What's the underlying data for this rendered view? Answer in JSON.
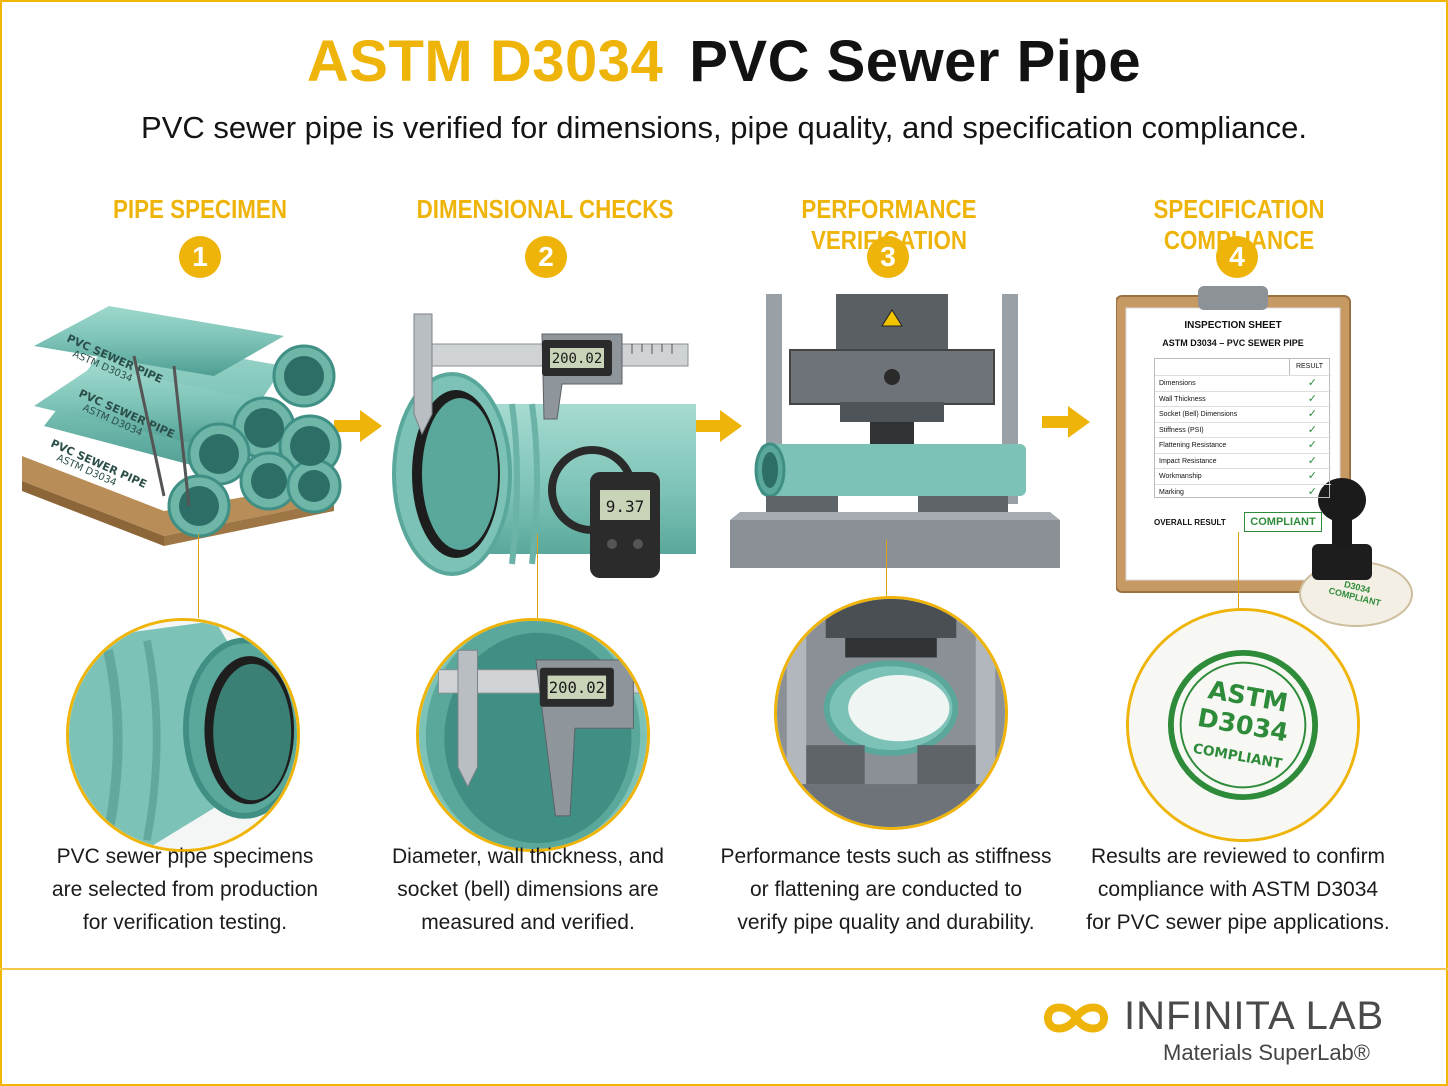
{
  "header": {
    "title_accent": "ASTM D3034",
    "title_main": "PVC Sewer Pipe",
    "subtitle": "PVC sewer pipe is verified for dimensions, pipe quality, and specification compliance."
  },
  "steps": [
    {
      "number": "1",
      "title": "PIPE SPECIMEN",
      "caption": [
        "PVC sewer pipe specimens",
        "are selected from production",
        "for verification testing."
      ],
      "pipe_markings": [
        "PVC SEWER PIPE",
        "ASTM D3034"
      ]
    },
    {
      "number": "2",
      "title": "DIMENSIONAL CHECKS",
      "caption": [
        "Diameter, wall thickness, and",
        "socket (bell) dimensions are",
        "measured and verified."
      ],
      "caliper_reading": "200.02",
      "gauge_reading": "9.37"
    },
    {
      "number": "3",
      "title": "PERFORMANCE VERIFICATION",
      "caption": [
        "Performance tests such as stiffness",
        "or flattening are conducted to",
        "verify pipe quality and durability."
      ]
    },
    {
      "number": "4",
      "title": "SPECIFICATION COMPLIANCE",
      "caption": [
        "Results are reviewed to confirm",
        "compliance with ASTM D3034",
        "for PVC sewer pipe applications."
      ],
      "sheet": {
        "title": "INSPECTION SHEET",
        "subtitle": "ASTM D3034 – PVC SEWER PIPE",
        "result_header": "RESULT",
        "items": [
          "Dimensions",
          "Wall Thickness",
          "Socket (Bell) Dimensions",
          "Stiffness (PSI)",
          "Flattening Resistance",
          "Impact Resistance",
          "Workmanship",
          "Marking"
        ],
        "overall_label": "OVERALL RESULT",
        "overall_value": "COMPLIANT"
      },
      "stamp": {
        "small_text": [
          "D3034",
          "COMPLIANT"
        ],
        "large_text": [
          "ASTM",
          "D3034",
          "COMPLIANT"
        ]
      }
    }
  ],
  "footer": {
    "brand": "INFINITA LAB",
    "tagline": "Materials SuperLab®"
  },
  "colors": {
    "accent": "#efb40a",
    "pipe": "#7cc2b6",
    "pipe_dark": "#3f8f84",
    "stamp_green": "#2e8b3a",
    "text": "#121212"
  }
}
